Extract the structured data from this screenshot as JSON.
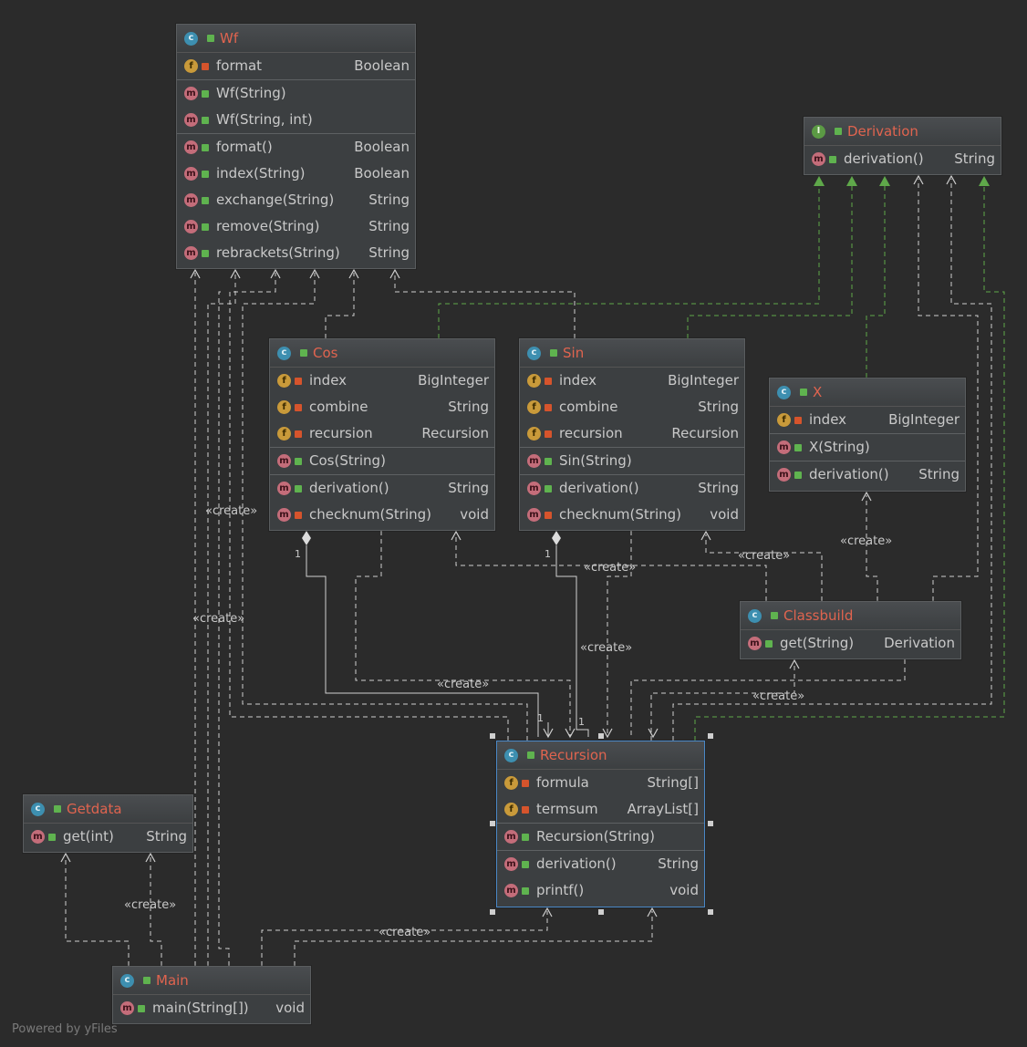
{
  "footer": "Powered by yFiles",
  "classes": {
    "wf": {
      "name": "Wf",
      "kind": "C",
      "fields": [
        {
          "name": "format",
          "type": "Boolean"
        }
      ],
      "ctors": [
        {
          "name": "Wf(String)",
          "type": ""
        },
        {
          "name": "Wf(String, int)",
          "type": ""
        }
      ],
      "methods": [
        {
          "name": "format()",
          "type": "Boolean"
        },
        {
          "name": "index(String)",
          "type": "Boolean"
        },
        {
          "name": "exchange(String)",
          "type": "String"
        },
        {
          "name": "remove(String)",
          "type": "String"
        },
        {
          "name": "rebrackets(String)",
          "type": "String"
        }
      ]
    },
    "derivation": {
      "name": "Derivation",
      "kind": "I",
      "methods": [
        {
          "name": "derivation()",
          "type": "String"
        }
      ]
    },
    "cos": {
      "name": "Cos",
      "kind": "C",
      "fields": [
        {
          "name": "index",
          "type": "BigInteger"
        },
        {
          "name": "combine",
          "type": "String"
        },
        {
          "name": "recursion",
          "type": "Recursion"
        }
      ],
      "ctors": [
        {
          "name": "Cos(String)",
          "type": ""
        }
      ],
      "methods": [
        {
          "name": "derivation()",
          "type": "String"
        },
        {
          "name": "checknum(String)",
          "type": "void"
        }
      ]
    },
    "sin": {
      "name": "Sin",
      "kind": "C",
      "fields": [
        {
          "name": "index",
          "type": "BigInteger"
        },
        {
          "name": "combine",
          "type": "String"
        },
        {
          "name": "recursion",
          "type": "Recursion"
        }
      ],
      "ctors": [
        {
          "name": "Sin(String)",
          "type": ""
        }
      ],
      "methods": [
        {
          "name": "derivation()",
          "type": "String"
        },
        {
          "name": "checknum(String)",
          "type": "void"
        }
      ]
    },
    "x": {
      "name": "X",
      "kind": "C",
      "fields": [
        {
          "name": "index",
          "type": "BigInteger"
        }
      ],
      "ctors": [
        {
          "name": "X(String)",
          "type": ""
        }
      ],
      "methods": [
        {
          "name": "derivation()",
          "type": "String"
        }
      ]
    },
    "classbuild": {
      "name": "Classbuild",
      "kind": "C",
      "methods": [
        {
          "name": "get(String)",
          "type": "Derivation"
        }
      ]
    },
    "recursion": {
      "name": "Recursion",
      "kind": "C",
      "fields": [
        {
          "name": "formula",
          "type": "String[]"
        },
        {
          "name": "termsum",
          "type": "ArrayList[]"
        }
      ],
      "ctors": [
        {
          "name": "Recursion(String)",
          "type": ""
        }
      ],
      "methods": [
        {
          "name": "derivation()",
          "type": "String"
        },
        {
          "name": "printf()",
          "type": "void"
        }
      ]
    },
    "getdata": {
      "name": "Getdata",
      "kind": "C",
      "methods": [
        {
          "name": "get(int)",
          "type": "String"
        }
      ]
    },
    "main": {
      "name": "Main",
      "kind": "C",
      "methods": [
        {
          "name": "main(String[])",
          "type": "void"
        }
      ]
    }
  },
  "labels": {
    "create": "«create»",
    "one": "1"
  },
  "colors": {
    "background": "#2b2b2b",
    "dependency": "#cfcfcf",
    "realization": "#5fa84a",
    "class_name": "#e0644f"
  }
}
